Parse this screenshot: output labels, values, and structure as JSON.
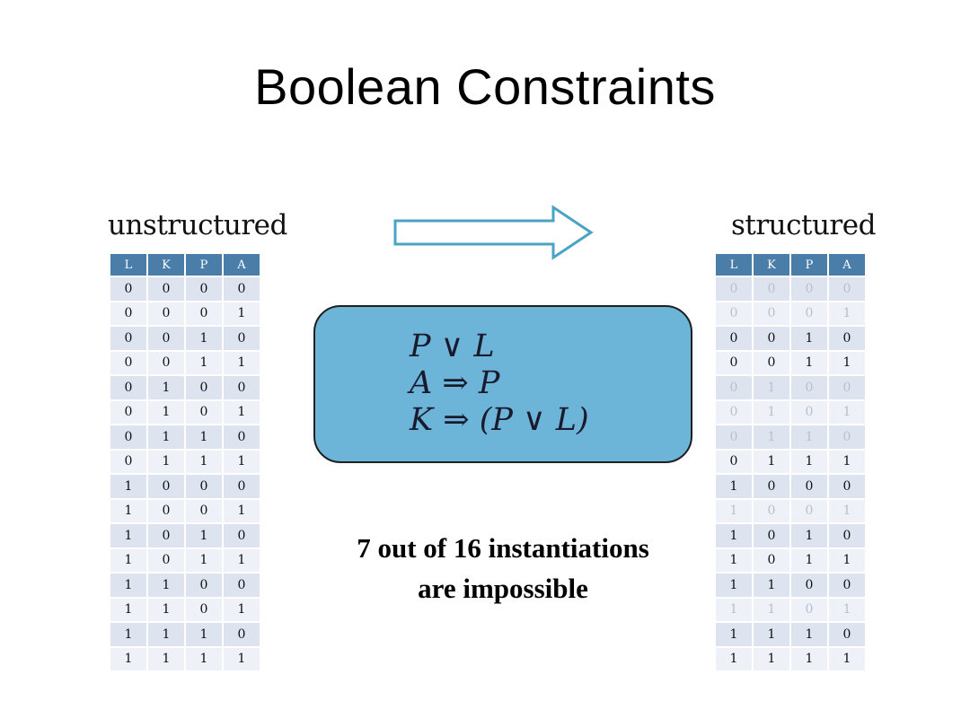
{
  "slide": {
    "title": "Boolean Constraints"
  },
  "left_panel": {
    "caption": "unstructured",
    "headers": [
      "L",
      "K",
      "P",
      "A"
    ],
    "rows": [
      [
        "0",
        "0",
        "0",
        "0"
      ],
      [
        "0",
        "0",
        "0",
        "1"
      ],
      [
        "0",
        "0",
        "1",
        "0"
      ],
      [
        "0",
        "0",
        "1",
        "1"
      ],
      [
        "0",
        "1",
        "0",
        "0"
      ],
      [
        "0",
        "1",
        "0",
        "1"
      ],
      [
        "0",
        "1",
        "1",
        "0"
      ],
      [
        "0",
        "1",
        "1",
        "1"
      ],
      [
        "1",
        "0",
        "0",
        "0"
      ],
      [
        "1",
        "0",
        "0",
        "1"
      ],
      [
        "1",
        "0",
        "1",
        "0"
      ],
      [
        "1",
        "0",
        "1",
        "1"
      ],
      [
        "1",
        "1",
        "0",
        "0"
      ],
      [
        "1",
        "1",
        "0",
        "1"
      ],
      [
        "1",
        "1",
        "1",
        "0"
      ],
      [
        "1",
        "1",
        "1",
        "1"
      ]
    ]
  },
  "right_panel": {
    "caption": "structured",
    "headers": [
      "L",
      "K",
      "P",
      "A"
    ],
    "rows": [
      [
        "0",
        "0",
        "0",
        "0"
      ],
      [
        "0",
        "0",
        "0",
        "1"
      ],
      [
        "0",
        "0",
        "1",
        "0"
      ],
      [
        "0",
        "0",
        "1",
        "1"
      ],
      [
        "0",
        "1",
        "0",
        "0"
      ],
      [
        "0",
        "1",
        "0",
        "1"
      ],
      [
        "0",
        "1",
        "1",
        "0"
      ],
      [
        "0",
        "1",
        "1",
        "1"
      ],
      [
        "1",
        "0",
        "0",
        "0"
      ],
      [
        "1",
        "0",
        "0",
        "1"
      ],
      [
        "1",
        "0",
        "1",
        "0"
      ],
      [
        "1",
        "0",
        "1",
        "1"
      ],
      [
        "1",
        "1",
        "0",
        "0"
      ],
      [
        "1",
        "1",
        "0",
        "1"
      ],
      [
        "1",
        "1",
        "1",
        "0"
      ],
      [
        "1",
        "1",
        "1",
        "1"
      ]
    ],
    "impossible_rows": [
      true,
      true,
      false,
      false,
      true,
      true,
      true,
      false,
      false,
      true,
      false,
      false,
      false,
      true,
      false,
      false
    ]
  },
  "arrow": {
    "icon": "right-arrow-outline-icon",
    "stroke_color": "#4aa3c4"
  },
  "constraints": {
    "box_color": "#6cb4d8",
    "formulas": [
      "P ∨ L",
      "A ⇒ P",
      "K ⇒ (P ∨ L)"
    ]
  },
  "note": {
    "line1": "7 out of 16 instantiations",
    "line2": "are impossible"
  }
}
